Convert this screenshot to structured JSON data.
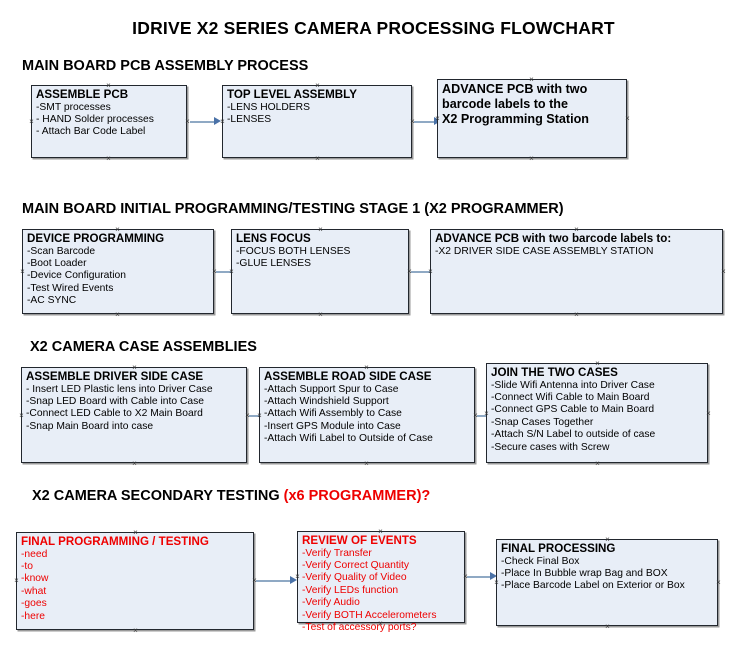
{
  "title": "IDRIVE X2  SERIES CAMERA PROCESSING FLOWCHART",
  "sections": [
    {
      "id": "pcb-assembly",
      "label": "MAIN BOARD PCB ASSEMBLY PROCESS"
    },
    {
      "id": "initial-programming",
      "label": "MAIN BOARD INITIAL PROGRAMMING/TESTING STAGE 1 (X2 PROGRAMMER)"
    },
    {
      "id": "case-assemblies",
      "label": "X2 CAMERA CASE ASSEMBLIES"
    },
    {
      "id": "secondary-testing",
      "label": "X2 CAMERA SECONDARY TESTING",
      "label_red": "(x6 PROGRAMMER)?"
    }
  ],
  "boxes": {
    "assemble_pcb": {
      "header": "ASSEMBLE PCB",
      "lines": [
        "-SMT processes",
        "- HAND Solder processes",
        "- Attach Bar Code Label"
      ]
    },
    "top_level_assembly": {
      "header": "TOP LEVEL ASSEMBLY",
      "lines": [
        "-LENS HOLDERS",
        "-LENSES"
      ]
    },
    "advance_pcb_x2_station": {
      "header": "ADVANCE PCB with two",
      "header2": "barcode labels to the",
      "header3": " X2 Programming Station"
    },
    "device_programming": {
      "header": "DEVICE PROGRAMMING",
      "lines": [
        "-Scan Barcode",
        "-Boot Loader",
        "-Device Configuration",
        "-Test Wired Events",
        "-AC SYNC"
      ]
    },
    "lens_focus": {
      "header": "LENS FOCUS",
      "lines": [
        "-FOCUS BOTH LENSES",
        "-GLUE LENSES"
      ]
    },
    "advance_pcb_driver_side": {
      "header": "ADVANCE PCB with two barcode labels to:",
      "lines": [
        "-X2 DRIVER  SIDE  CASE  ASSEMBLY STATION"
      ]
    },
    "assemble_driver_side_case": {
      "header": "ASSEMBLE DRIVER SIDE CASE",
      "lines": [
        "- Insert LED Plastic lens into Driver Case",
        "-Snap LED Board with Cable into Case",
        "-Connect LED Cable to X2 Main Board",
        "-Snap Main Board into case"
      ]
    },
    "assemble_road_side_case": {
      "header": "ASSEMBLE ROAD SIDE CASE",
      "lines": [
        "-Attach Support Spur to Case",
        "-Attach Windshield Support",
        "-Attach Wifi Assembly to Case",
        "-Insert GPS Module into Case",
        "-Attach Wifi Label to Outside of Case"
      ]
    },
    "join_the_two_cases": {
      "header": "JOIN THE TWO CASES",
      "lines": [
        "-Slide Wifi Antenna into Driver Case",
        "-Connect Wifi Cable to Main Board",
        "-Connect GPS Cable to Main Board",
        "-Snap Cases Together",
        "-Attach S/N Label to outside of case",
        "-Secure cases with Screw"
      ]
    },
    "final_programming_testing": {
      "header": "FINAL PROGRAMMING / TESTING",
      "lines": [
        "-need",
        "-to",
        "-know",
        "-what",
        "-goes",
        "-here"
      ]
    },
    "review_of_events": {
      "header": "REVIEW OF EVENTS",
      "lines": [
        "-Verify Transfer",
        "-Verify Correct Quantity",
        "-Verify Quality of Video",
        "-Verify LEDs function",
        "-Verify Audio",
        "-Verify BOTH Accelerometers",
        "-Test of accessory ports?"
      ]
    },
    "final_processing": {
      "header": "FINAL PROCESSING",
      "lines": [
        " -Check Final Box",
        "-Place In Bubble wrap Bag and BOX",
        "-Place Barcode Label on Exterior or Box"
      ]
    }
  },
  "colors": {
    "box_fill": "#e8eef7",
    "box_border": "#22272e",
    "connector": "#8fa9c4",
    "arrow": "#4a72a8",
    "accent_red": "#ee0000"
  }
}
